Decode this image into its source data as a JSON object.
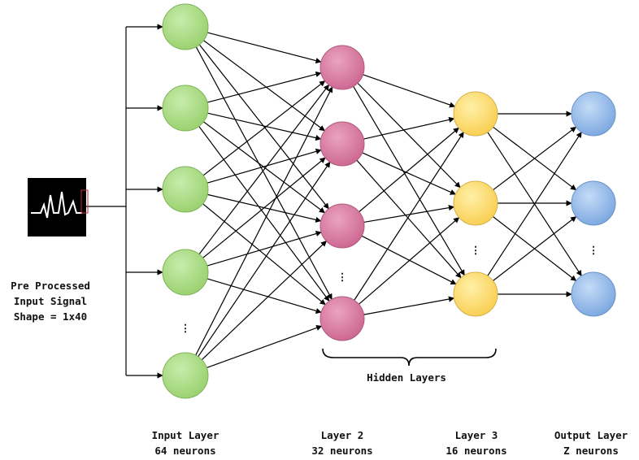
{
  "input_signal": {
    "lines": [
      "Pre Processed",
      "Input Signal",
      "Shape = 1x40"
    ]
  },
  "hidden_brace_label": "Hidden Layers",
  "layers": [
    {
      "name": "input",
      "title": "Input Layer",
      "subtitle": "64 neurons",
      "color": "#a6da7f",
      "stroke": "#7fb35a"
    },
    {
      "name": "layer2",
      "title": "Layer 2",
      "subtitle": "32 neurons",
      "color": "#d7769d",
      "stroke": "#b05a7c"
    },
    {
      "name": "layer3",
      "title": "Layer 3",
      "subtitle": "16 neurons",
      "color": "#fdd86a",
      "stroke": "#d2b14c"
    },
    {
      "name": "output",
      "title": "Output Layer",
      "subtitle": "Z neurons",
      "color": "#8fb7e8",
      "stroke": "#6a93c6"
    }
  ],
  "ellipsis": "⋮"
}
